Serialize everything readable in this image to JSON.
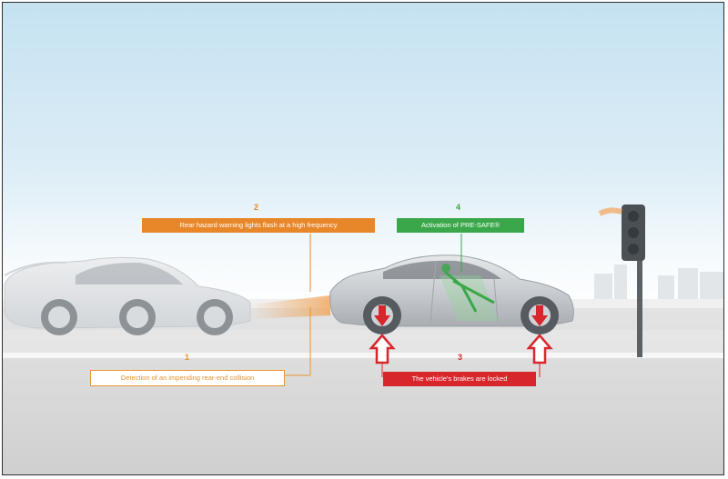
{
  "colors": {
    "orange": "#e8872a",
    "green": "#3aa84a",
    "red": "#d8272c",
    "sky_top": "#c9e4f2",
    "road": "#dcdcdc"
  },
  "steps": [
    {
      "number": "1",
      "label": "Detection of an impending rear-end collision"
    },
    {
      "number": "2",
      "label": "Rear hazard warning lights flash at a high frequency"
    },
    {
      "number": "3",
      "label": "The vehicle's brakes are locked"
    },
    {
      "number": "4",
      "label": "Activation of PRE-SAFE®"
    }
  ]
}
